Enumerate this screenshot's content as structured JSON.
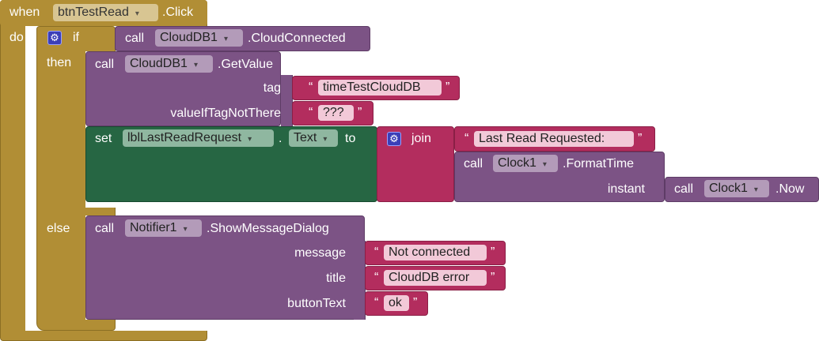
{
  "event": {
    "when": "when",
    "component": "btnTestRead",
    "event_name": ".Click",
    "do": "do"
  },
  "if_block": {
    "if": "if",
    "then": "then",
    "else": "else",
    "condition": {
      "call": "call",
      "component": "CloudDB1",
      "method": ".CloudConnected"
    }
  },
  "get_value": {
    "call": "call",
    "component": "CloudDB1",
    "method": ".GetValue",
    "tag_label": "tag",
    "tag_value": "timeTestCloudDB",
    "default_label": "valueIfTagNotThere",
    "default_value": "???"
  },
  "set_block": {
    "set": "set",
    "component": "lblLastReadRequest",
    "dot": ".",
    "property": "Text",
    "to": "to"
  },
  "join_block": {
    "join": "join",
    "text1": "Last Read Requested:",
    "format_call": "call",
    "format_component": "Clock1",
    "format_method": ".FormatTime",
    "instant_label": "instant",
    "now_call": "call",
    "now_component": "Clock1",
    "now_method": ".Now"
  },
  "notifier": {
    "call": "call",
    "component": "Notifier1",
    "method": ".ShowMessageDialog",
    "message_label": "message",
    "message_value": "Not connected",
    "title_label": "title",
    "title_value": "CloudDB error",
    "button_label": "buttonText",
    "button_value": "ok"
  },
  "glyphs": {
    "open_quote": "“",
    "close_quote": "”",
    "dropdown": "▾",
    "gear": "⚙"
  },
  "colors": {
    "event": "#b18e35",
    "procedure": "#7c5385",
    "text": "#b32d5e",
    "setter": "#266643",
    "mutator": "#3b3fb8"
  }
}
